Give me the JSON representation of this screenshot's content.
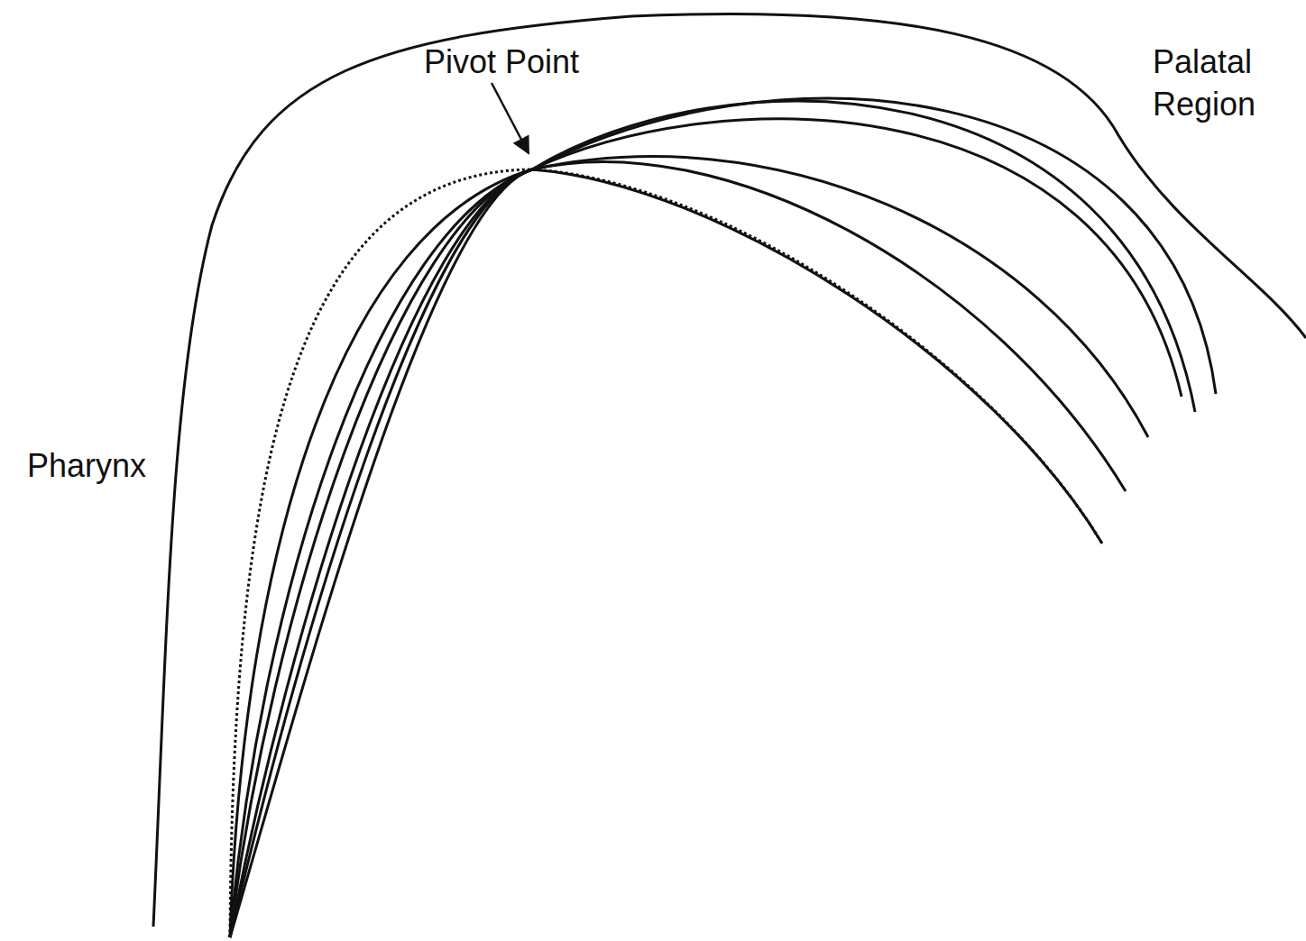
{
  "diagram": {
    "labels": [
      "Pivot Point",
      "Palatal Region",
      "Pharynx"
    ]
  }
}
